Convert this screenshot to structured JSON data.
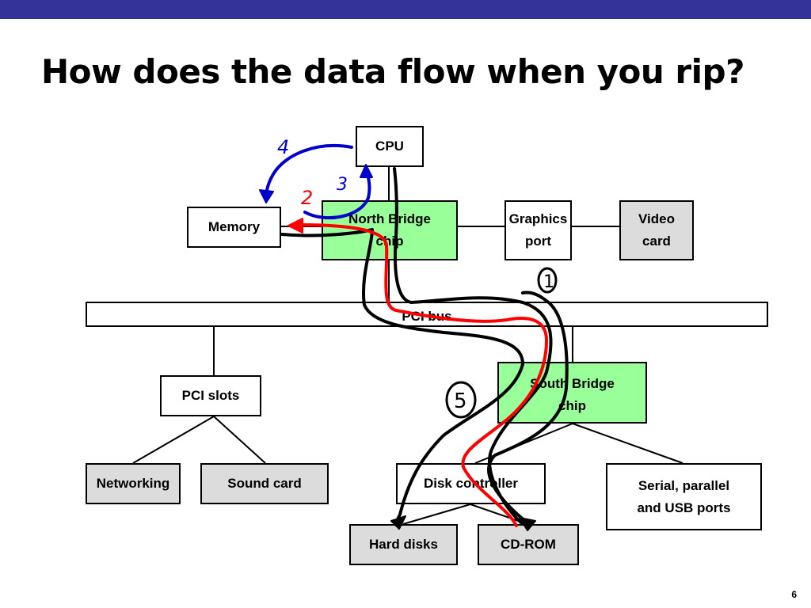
{
  "slide": {
    "title": "How does the data flow when you rip?",
    "page_number": "6"
  },
  "colors": {
    "header_bar": "#333399",
    "chip": "#99ff99",
    "device": "#dcdcdc",
    "annotation_red": "#ff0000",
    "annotation_blue": "#0000cc",
    "annotation_black": "#000000"
  },
  "diagram": {
    "cpu": "CPU",
    "memory": "Memory",
    "north_bridge": {
      "line1": "North Bridge",
      "line2": "chip"
    },
    "graphics_port": {
      "line1": "Graphics",
      "line2": "port"
    },
    "video_card": {
      "line1": "Video",
      "line2": "card"
    },
    "pci_bus": "PCI bus",
    "pci_slots": "PCI slots",
    "south_bridge": {
      "line1": "South Bridge",
      "line2": "chip"
    },
    "networking": "Networking",
    "sound_card": "Sound card",
    "disk_controller": "Disk controller",
    "serial_ports": {
      "line1": "Serial, parallel",
      "line2": "and USB ports"
    },
    "hard_disks": "Hard disks",
    "cd_rom": "CD-ROM"
  },
  "annotations": {
    "step1": "1",
    "step2": "2",
    "step3": "3",
    "step4": "4",
    "step5": "5"
  }
}
